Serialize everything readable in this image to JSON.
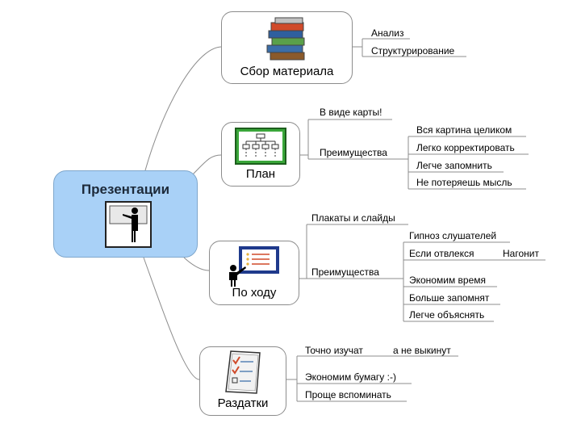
{
  "central": {
    "title": "Презентации",
    "icon": "presenter-board-icon"
  },
  "branches": {
    "collect": {
      "title": "Сбор материала",
      "icon": "books-stack-icon",
      "leaves": [
        "Анализ",
        "Структурирование"
      ]
    },
    "plan": {
      "title": "План",
      "icon": "org-chart-icon",
      "map_label": "В виде карты!",
      "advantages_label": "Преимущества",
      "advantages": [
        "Вся картина целиком",
        "Легко корректировать",
        "Легче запомнить",
        "Не потеряешь мысль"
      ]
    },
    "during": {
      "title": "По ходу",
      "icon": "presenter-screen-icon",
      "posters_label": "Плакаты и слайды",
      "advantages_label": "Преимущества",
      "advantages": [
        "Гипноз слушателей",
        "Если отвлекся",
        "Экономим время",
        "Больше запомнят",
        "Легче объяснять"
      ],
      "sub_leaf": "Нагонит"
    },
    "handouts": {
      "title": "Раздатки",
      "icon": "checklist-document-icon",
      "leaves": [
        "Точно изучат",
        "Экономим бумагу :-)",
        "Проще вспоминать"
      ],
      "sub_leaf": "а не выкинут"
    }
  },
  "colors": {
    "central_fill": "#a9d1f7",
    "plan_icon_fill": "#3aa63a",
    "screen_fill": "#1f3a8c",
    "line": "#8c8c8c"
  }
}
